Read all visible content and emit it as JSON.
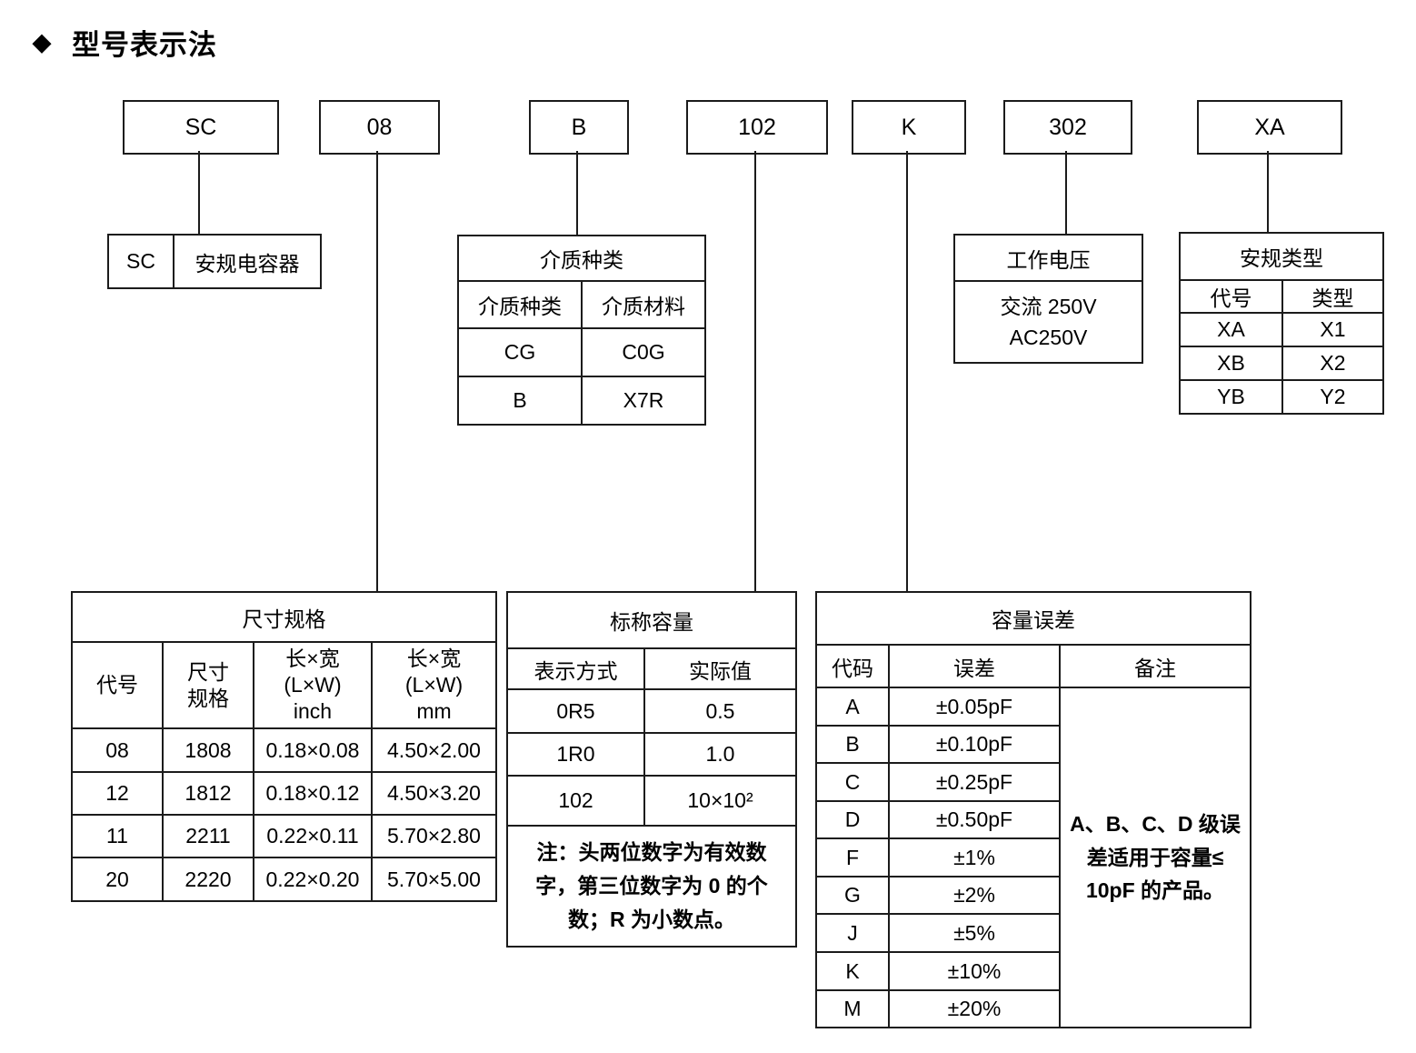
{
  "title": {
    "icon": "◆",
    "text": "型号表示法"
  },
  "boxes": {
    "sc": "SC",
    "size": "08",
    "dielectric": "B",
    "capacitance": "102",
    "tolerance": "K",
    "voltage": "302",
    "safety": "XA"
  },
  "sc_table": {
    "code": "SC",
    "desc": "安规电容器"
  },
  "dielectric_table": {
    "title": "介质种类",
    "headers": [
      "介质种类",
      "介质材料"
    ],
    "rows": [
      [
        "CG",
        "C0G"
      ],
      [
        "B",
        "X7R"
      ]
    ]
  },
  "voltage_table": {
    "title": "工作电压",
    "line1": "交流 250V",
    "line2": "AC250V"
  },
  "safety_table": {
    "title": "安规类型",
    "headers": [
      "代号",
      "类型"
    ],
    "rows": [
      [
        "XA",
        "X1"
      ],
      [
        "XB",
        "X2"
      ],
      [
        "YB",
        "Y2"
      ]
    ]
  },
  "size_table": {
    "title": "尺寸规格",
    "headers": [
      "代号",
      "尺寸\n规格",
      "长×宽\n(L×W)\ninch",
      "长×宽\n(L×W)\nmm"
    ],
    "rows": [
      [
        "08",
        "1808",
        "0.18×0.08",
        "4.50×2.00"
      ],
      [
        "12",
        "1812",
        "0.18×0.12",
        "4.50×3.20"
      ],
      [
        "11",
        "2211",
        "0.22×0.11",
        "5.70×2.80"
      ],
      [
        "20",
        "2220",
        "0.22×0.20",
        "5.70×5.00"
      ]
    ]
  },
  "capacitance_table": {
    "title": "标称容量",
    "headers": [
      "表示方式",
      "实际值"
    ],
    "rows": [
      [
        "0R5",
        "0.5"
      ],
      [
        "1R0",
        "1.0"
      ],
      [
        "102",
        "10×10²"
      ]
    ],
    "note": "注：头两位数字为有效数\n字，第三位数字为 0 的个\n数；R 为小数点。"
  },
  "tolerance_table": {
    "title": "容量误差",
    "headers": [
      "代码",
      "误差",
      "备注"
    ],
    "rows": [
      [
        "A",
        "±0.05pF"
      ],
      [
        "B",
        "±0.10pF"
      ],
      [
        "C",
        "±0.25pF"
      ],
      [
        "D",
        "±0.50pF"
      ],
      [
        "F",
        "±1%"
      ],
      [
        "G",
        "±2%"
      ],
      [
        "J",
        "±5%"
      ],
      [
        "K",
        "±10%"
      ],
      [
        "M",
        "±20%"
      ]
    ],
    "note": "A、B、C、D 级误\n差适用于容量≤\n10pF 的产品。"
  }
}
